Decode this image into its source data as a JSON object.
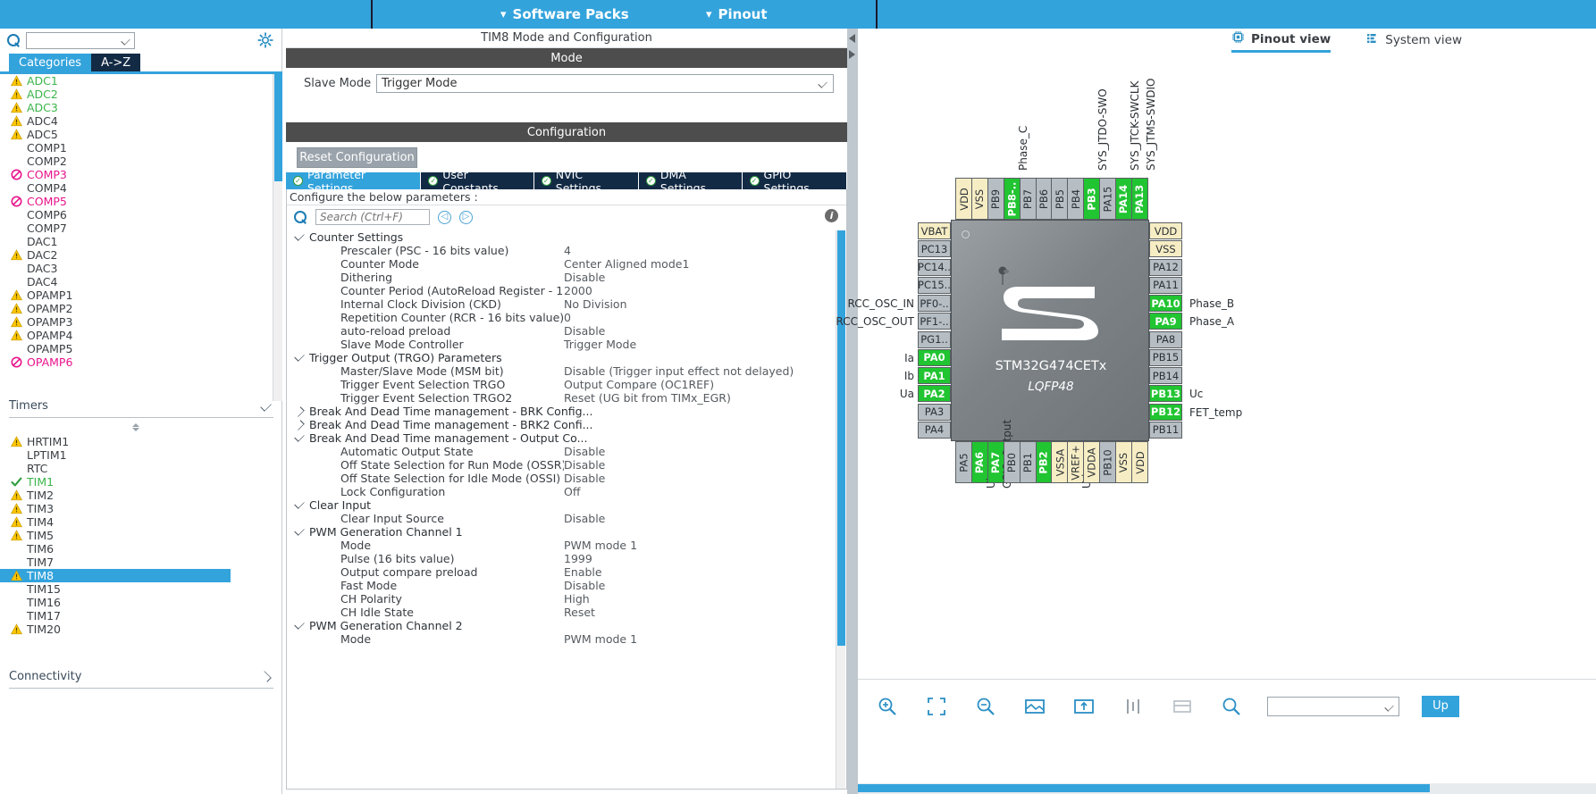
{
  "ribbon": {
    "tabs": [
      {
        "label": "Software Packs",
        "icon": "chevron-down-icon"
      },
      {
        "label": "Pinout",
        "icon": "chevron-down-icon"
      }
    ]
  },
  "sidebar": {
    "search": {
      "value": "",
      "placeholder": ""
    },
    "gear_icon": "gear-icon",
    "tabs": [
      {
        "label": "Categories",
        "selected": true
      },
      {
        "label": "A->Z",
        "selected": false
      }
    ],
    "peripherals": [
      {
        "label": "ADC1",
        "icon": "warning-icon",
        "state": "green"
      },
      {
        "label": "ADC2",
        "icon": "warning-icon",
        "state": "green"
      },
      {
        "label": "ADC3",
        "icon": "warning-icon",
        "state": "green"
      },
      {
        "label": "ADC4",
        "icon": "warning-icon",
        "state": "normal"
      },
      {
        "label": "ADC5",
        "icon": "warning-icon",
        "state": "normal"
      },
      {
        "label": "COMP1",
        "icon": "none",
        "state": "normal"
      },
      {
        "label": "COMP2",
        "icon": "none",
        "state": "normal"
      },
      {
        "label": "COMP3",
        "icon": "forbidden-icon",
        "state": "pink"
      },
      {
        "label": "COMP4",
        "icon": "none",
        "state": "normal"
      },
      {
        "label": "COMP5",
        "icon": "forbidden-icon",
        "state": "pink"
      },
      {
        "label": "COMP6",
        "icon": "none",
        "state": "normal"
      },
      {
        "label": "COMP7",
        "icon": "none",
        "state": "normal"
      },
      {
        "label": "DAC1",
        "icon": "none",
        "state": "normal"
      },
      {
        "label": "DAC2",
        "icon": "warning-icon",
        "state": "normal"
      },
      {
        "label": "DAC3",
        "icon": "none",
        "state": "normal"
      },
      {
        "label": "DAC4",
        "icon": "none",
        "state": "normal"
      },
      {
        "label": "OPAMP1",
        "icon": "warning-icon",
        "state": "normal"
      },
      {
        "label": "OPAMP2",
        "icon": "warning-icon",
        "state": "normal"
      },
      {
        "label": "OPAMP3",
        "icon": "warning-icon",
        "state": "normal"
      },
      {
        "label": "OPAMP4",
        "icon": "warning-icon",
        "state": "normal"
      },
      {
        "label": "OPAMP5",
        "icon": "none",
        "state": "normal"
      },
      {
        "label": "OPAMP6",
        "icon": "forbidden-icon",
        "state": "pink"
      }
    ],
    "sections": [
      {
        "label": "Timers",
        "expanded": true
      },
      {
        "label": "Connectivity",
        "expanded": false
      }
    ],
    "timers": [
      {
        "label": "HRTIM1",
        "icon": "warning-icon",
        "state": "normal",
        "selected": false
      },
      {
        "label": "LPTIM1",
        "icon": "none",
        "state": "normal",
        "selected": false
      },
      {
        "label": "RTC",
        "icon": "none",
        "state": "normal",
        "selected": false
      },
      {
        "label": "TIM1",
        "icon": "check-icon",
        "state": "green",
        "selected": false
      },
      {
        "label": "TIM2",
        "icon": "warning-icon",
        "state": "normal",
        "selected": false
      },
      {
        "label": "TIM3",
        "icon": "warning-icon",
        "state": "normal",
        "selected": false
      },
      {
        "label": "TIM4",
        "icon": "warning-icon",
        "state": "normal",
        "selected": false
      },
      {
        "label": "TIM5",
        "icon": "warning-icon",
        "state": "normal",
        "selected": false
      },
      {
        "label": "TIM6",
        "icon": "none",
        "state": "normal",
        "selected": false
      },
      {
        "label": "TIM7",
        "icon": "none",
        "state": "normal",
        "selected": false
      },
      {
        "label": "TIM8",
        "icon": "warning-icon",
        "state": "normal",
        "selected": true
      },
      {
        "label": "TIM15",
        "icon": "none",
        "state": "normal",
        "selected": false
      },
      {
        "label": "TIM16",
        "icon": "none",
        "state": "normal",
        "selected": false
      },
      {
        "label": "TIM17",
        "icon": "none",
        "state": "normal",
        "selected": false
      },
      {
        "label": "TIM20",
        "icon": "warning-icon",
        "state": "normal",
        "selected": false
      }
    ]
  },
  "middle": {
    "title": "TIM8 Mode and Configuration",
    "mode_header": "Mode",
    "slave_mode_label": "Slave Mode",
    "slave_mode_value": "Trigger Mode",
    "configuration_header": "Configuration",
    "reset_button": "Reset Configuration",
    "tabs": [
      {
        "label": "Parameter Settings",
        "selected": true
      },
      {
        "label": "User Constants",
        "selected": false
      },
      {
        "label": "NVIC Settings",
        "selected": false
      },
      {
        "label": "DMA Settings",
        "selected": false
      },
      {
        "label": "GPIO Settings",
        "selected": false
      }
    ],
    "hint": "Configure the below parameters :",
    "param_search_placeholder": "Search (Ctrl+F)",
    "param_search_value": "",
    "tree": [
      {
        "type": "group",
        "label": "Counter Settings",
        "expanded": true
      },
      {
        "type": "leaf",
        "label": "Prescaler (PSC - 16 bits value)",
        "value": "4"
      },
      {
        "type": "leaf",
        "label": "Counter Mode",
        "value": "Center Aligned mode1"
      },
      {
        "type": "leaf",
        "label": "Dithering",
        "value": "Disable"
      },
      {
        "type": "leaf",
        "label": "Counter Period (AutoReload Register - 16 ...",
        "value": "2000"
      },
      {
        "type": "leaf",
        "label": "Internal Clock Division (CKD)",
        "value": "No Division"
      },
      {
        "type": "leaf",
        "label": "Repetition Counter (RCR - 16 bits value)",
        "value": "0"
      },
      {
        "type": "leaf",
        "label": "auto-reload preload",
        "value": "Disable"
      },
      {
        "type": "leaf",
        "label": "Slave Mode Controller",
        "value": "Trigger Mode"
      },
      {
        "type": "group",
        "label": "Trigger Output (TRGO) Parameters",
        "expanded": true
      },
      {
        "type": "leaf",
        "label": "Master/Slave Mode (MSM bit)",
        "value": "Disable (Trigger input effect not delayed)"
      },
      {
        "type": "leaf",
        "label": "Trigger Event Selection TRGO",
        "value": "Output Compare (OC1REF)"
      },
      {
        "type": "leaf",
        "label": "Trigger Event Selection TRGO2",
        "value": "Reset (UG bit from TIMx_EGR)"
      },
      {
        "type": "group",
        "label": "Break And Dead Time management - BRK Config...",
        "expanded": false
      },
      {
        "type": "group",
        "label": "Break And Dead Time management - BRK2 Confi...",
        "expanded": false
      },
      {
        "type": "group",
        "label": "Break And Dead Time management - Output Co...",
        "expanded": true
      },
      {
        "type": "leaf",
        "label": "Automatic Output State",
        "value": "Disable"
      },
      {
        "type": "leaf",
        "label": "Off State Selection for Run Mode (OSSR)",
        "value": "Disable"
      },
      {
        "type": "leaf",
        "label": "Off State Selection for Idle Mode (OSSI)",
        "value": "Disable"
      },
      {
        "type": "leaf",
        "label": "Lock Configuration",
        "value": "Off"
      },
      {
        "type": "group",
        "label": "Clear Input",
        "expanded": true
      },
      {
        "type": "leaf",
        "label": "Clear Input Source",
        "value": "Disable"
      },
      {
        "type": "group",
        "label": "PWM Generation Channel 1",
        "expanded": true
      },
      {
        "type": "leaf",
        "label": "Mode",
        "value": "PWM mode 1"
      },
      {
        "type": "leaf",
        "label": "Pulse (16 bits value)",
        "value": "1999"
      },
      {
        "type": "leaf",
        "label": "Output compare preload",
        "value": "Enable"
      },
      {
        "type": "leaf",
        "label": "Fast Mode",
        "value": "Disable"
      },
      {
        "type": "leaf",
        "label": "CH Polarity",
        "value": "High"
      },
      {
        "type": "leaf",
        "label": "CH Idle State",
        "value": "Reset"
      },
      {
        "type": "group",
        "label": "PWM Generation Channel 2",
        "expanded": true
      },
      {
        "type": "leaf",
        "label": "Mode",
        "value": "PWM mode 1"
      }
    ]
  },
  "right": {
    "view_tabs": [
      {
        "label": "Pinout view",
        "icon": "chip-icon",
        "selected": true
      },
      {
        "label": "System view",
        "icon": "list-icon",
        "selected": false
      }
    ],
    "chip": {
      "name": "STM32G474CETx",
      "package": "LQFP48"
    },
    "pins_top": [
      {
        "label": "VDD",
        "state": "cream",
        "signal": ""
      },
      {
        "label": "VSS",
        "state": "cream",
        "signal": ""
      },
      {
        "label": "PB9",
        "state": "gray",
        "signal": ""
      },
      {
        "label": "PB8-..",
        "state": "green",
        "signal": "Phase_C"
      },
      {
        "label": "PB7",
        "state": "gray",
        "signal": ""
      },
      {
        "label": "PB6",
        "state": "gray",
        "signal": ""
      },
      {
        "label": "PB5",
        "state": "gray",
        "signal": ""
      },
      {
        "label": "PB4",
        "state": "gray",
        "signal": ""
      },
      {
        "label": "PB3",
        "state": "green",
        "signal": "SYS_JTDO-SWO"
      },
      {
        "label": "PA15",
        "state": "gray",
        "signal": ""
      },
      {
        "label": "PA14",
        "state": "green",
        "signal": "SYS_JTCK-SWCLK"
      },
      {
        "label": "PA13",
        "state": "green",
        "signal": "SYS_JTMS-SWDIO"
      }
    ],
    "pins_left": [
      {
        "label": "VBAT",
        "state": "cream",
        "signal": ""
      },
      {
        "label": "PC13",
        "state": "gray",
        "signal": ""
      },
      {
        "label": "PC14..",
        "state": "gray",
        "signal": ""
      },
      {
        "label": "PC15..",
        "state": "gray",
        "signal": ""
      },
      {
        "label": "PF0-..",
        "state": "gray",
        "signal": "RCC_OSC_IN"
      },
      {
        "label": "PF1-..",
        "state": "gray",
        "signal": "RCC_OSC_OUT"
      },
      {
        "label": "PG1..",
        "state": "gray",
        "signal": ""
      },
      {
        "label": "PA0",
        "state": "green",
        "signal": "Ia"
      },
      {
        "label": "PA1",
        "state": "green",
        "signal": "Ib"
      },
      {
        "label": "PA2",
        "state": "green",
        "signal": "Ua"
      },
      {
        "label": "PA3",
        "state": "gray",
        "signal": ""
      },
      {
        "label": "PA4",
        "state": "gray",
        "signal": ""
      }
    ],
    "pins_right": [
      {
        "label": "VDD",
        "state": "cream",
        "signal": ""
      },
      {
        "label": "VSS",
        "state": "cream",
        "signal": ""
      },
      {
        "label": "PA12",
        "state": "gray",
        "signal": ""
      },
      {
        "label": "PA11",
        "state": "gray",
        "signal": ""
      },
      {
        "label": "PA10",
        "state": "green",
        "signal": "Phase_B"
      },
      {
        "label": "PA9",
        "state": "green",
        "signal": "Phase_A"
      },
      {
        "label": "PA8",
        "state": "gray",
        "signal": ""
      },
      {
        "label": "PB15",
        "state": "gray",
        "signal": ""
      },
      {
        "label": "PB14",
        "state": "gray",
        "signal": ""
      },
      {
        "label": "PB13",
        "state": "green",
        "signal": "Uc"
      },
      {
        "label": "PB12",
        "state": "green",
        "signal": "FET_temp"
      },
      {
        "label": "PB11",
        "state": "gray",
        "signal": ""
      }
    ],
    "pins_bottom": [
      {
        "label": "PA5",
        "state": "gray",
        "signal": ""
      },
      {
        "label": "PA6",
        "state": "green",
        "signal": "Ub"
      },
      {
        "label": "PA7",
        "state": "green",
        "signal": "GPIO_Output"
      },
      {
        "label": "PB0",
        "state": "gray",
        "signal": ""
      },
      {
        "label": "PB1",
        "state": "gray",
        "signal": ""
      },
      {
        "label": "PB2",
        "state": "green",
        "signal": ""
      },
      {
        "label": "VSSA",
        "state": "cream",
        "signal": ""
      },
      {
        "label": "VREF+",
        "state": "cream",
        "signal": "Udc"
      },
      {
        "label": "VDDA",
        "state": "cream",
        "signal": ""
      },
      {
        "label": "PB10",
        "state": "gray",
        "signal": ""
      },
      {
        "label": "VSS",
        "state": "cream",
        "signal": ""
      },
      {
        "label": "VDD",
        "state": "cream",
        "signal": ""
      }
    ],
    "toolbar": {
      "buttons": [
        {
          "icon": "zoom-in-icon",
          "enabled": true
        },
        {
          "icon": "fit-screen-icon",
          "enabled": true
        },
        {
          "icon": "zoom-out-icon",
          "enabled": true
        },
        {
          "icon": "export-image-icon",
          "enabled": true
        },
        {
          "icon": "import-image-icon",
          "enabled": true
        },
        {
          "icon": "rotate-icon",
          "enabled": true
        },
        {
          "icon": "table-icon",
          "enabled": false
        },
        {
          "icon": "search-icon",
          "enabled": true
        }
      ],
      "search_value": "",
      "update_label": "Up"
    }
  },
  "colors": {
    "accent": "#33a3dc",
    "dark_tab": "#132a45",
    "pin_green": "#21c431",
    "pin_gray": "#b6bec4",
    "pin_cream": "#f7edc4",
    "warning": "#ffc800",
    "forbidden": "#e8148c",
    "ok_green": "#3ab54a"
  }
}
